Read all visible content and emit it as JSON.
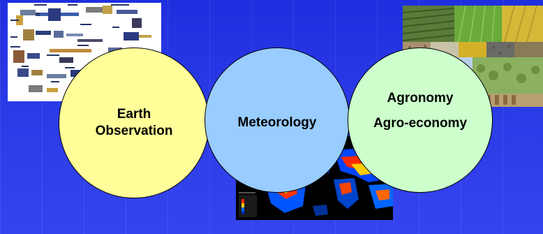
{
  "slide": {
    "background_color": "#2a3ae6"
  },
  "circles": {
    "earth_observation": {
      "line1": "Earth",
      "line2": "Observation",
      "fill": "#fffe98"
    },
    "meteorology": {
      "label": "Meteorology",
      "fill": "#99ccff"
    },
    "agronomy": {
      "line1": "Agronomy",
      "line2": "Agro-economy",
      "fill": "#ccffcc"
    }
  },
  "images": {
    "satellites_collage": "satellites-collage-image",
    "crop_fields_collage": "crop-fields-collage-image",
    "climate_world_map": "climate-world-map-image"
  }
}
